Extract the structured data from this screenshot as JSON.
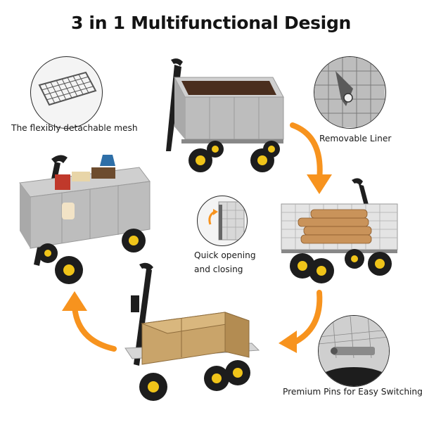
{
  "title": "3 in 1 Multifunctional Design",
  "features": {
    "mesh": "The flexibly detachable mesh",
    "liner": "Removable Liner",
    "quick_line1": "Quick opening",
    "quick_line2": "and closing",
    "pins": "Premium Pins for Easy Switching"
  },
  "colors": {
    "arrow": "#f7931e",
    "wheel_hub": "#f0c419",
    "frame": "#b5b5b5",
    "box": "#c9a46a"
  }
}
